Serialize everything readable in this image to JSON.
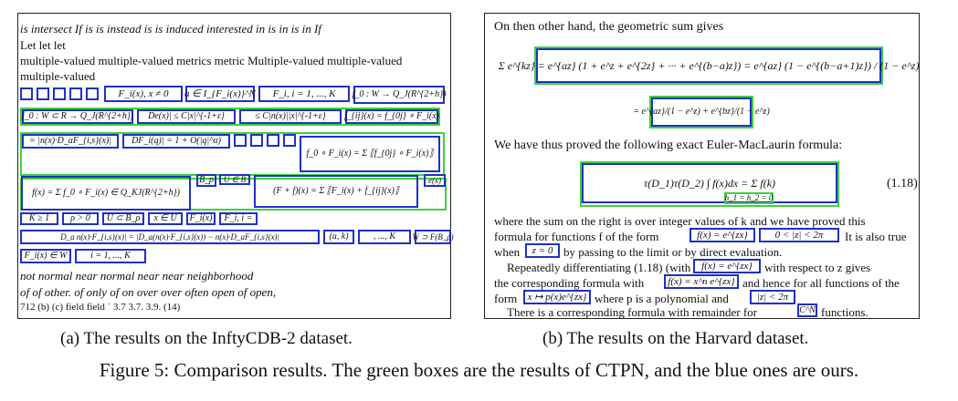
{
  "panel_a": {
    "text_lines": [
      "is intersect  If  is  is instead is is induced interested in is in is in If",
      "Let let let",
      "multiple-valued multiple-valued metrics metric Multiple-valued multiple-valued",
      "multiple-valued"
    ],
    "bottom_lines": [
      "not  normal  near  normal  near  near  neighborhood",
      "of  of other.  of only of  on  over over  often  open  of  open,",
      "712  (b)  (c)  field  field  ˙  3.7  3.7.  3.9.  (14)"
    ],
    "boxes": [
      "F_i(x), x ≠ 0",
      "a ∈ I_{F_i(x)}^N",
      "F_i, i = 1, ..., K",
      "f_0 : W → Q_J(R^{2+h})",
      "f_0 : W ⊂ R → Q_J(R^{2+h})",
      "De(x)| ≤ C|x|^{-1+ε}",
      "≤ C|n(x)||x|^{-1+ε}",
      "f_{ij}(x) = f_{0j} ∘ F_i(x)",
      "= |n(x)·D_aF_{i,s}(x)|",
      "DF_i(q)| = 1 + O(|q|^α)",
      "f_0 ∘ F_i(x) = Σ ⟦f_{0j} ∘ F_i(x)⟧",
      "f(x) = Σ f_0 ∘ F_i(x) ∈ Q_KJ(R^{2+h})",
      "B_ρ",
      "U ∈ B",
      "(F + f)(x) = Σ ⟦F_i(x) + f_{ij}(x)⟧",
      "e(x)",
      "K ≥ 1",
      "ρ > 0",
      "U ⊂ B_ρ",
      "x ∈ U",
      "F_i(x)",
      "F_i, i =",
      "D_a n(x)·F_{i,s}(x)| = |D_a(n(x)·F_{i,s}(x)) − n(x)·D_aF_{i,s}(x)|",
      "(u, k)",
      ", ..., K",
      "W ⊃ F(B_ρ)",
      "F_i(x) ∈ W",
      "i = 1, ..., K"
    ]
  },
  "panel_b": {
    "line1": "On then other hand, the geometric sum gives",
    "eq1": "Σ e^{kz} = e^{az} (1 + e^z + e^{2z} + ··· + e^{(b−a)z}) = e^{az} (1 − e^{(b−a+1)z}) / (1 − e^z)",
    "eq2": "= e^{az}/(1 − e^z) + e^{bz}/(1 − e^z)",
    "line2": "We have thus proved the following exact Euler-MacLaurin formula:",
    "eq3": "τ(D_1)τ(D_2) ∫ f(x)dx  = Σ f(k)",
    "eq3_label": "(1.18)",
    "eq3_sub": "h_1 = h_2 = 0",
    "para": [
      "where the sum on the right is over integer values of k and we have proved this",
      "formula for functions f of the form",
      "It is also true",
      "when",
      "by passing to the limit or by direct evaluation.",
      "Repeatedly differentiating (1.18) (with",
      "with respect to z gives",
      "the corresponding formula with",
      "and hence for all functions of the",
      "form",
      "where p is a polynomial and",
      "There is a corresponding formula with remainder for",
      "functions."
    ],
    "inline": [
      "f(x) = e^{zx}",
      "0 < |z| < 2π",
      "z = 0",
      "f(x) = e^{zx}",
      "f(x) = x^n e^{zx}",
      "x ↦ p(x)e^{zx}",
      "|z| < 2π",
      "C^N"
    ]
  },
  "captions": {
    "a": "(a) The results on the InftyCDB-2 dataset.",
    "b": "(b) The results on the Harvard dataset.",
    "figure": "Figure 5: Comparison results. The green boxes are the results of CTPN, and the blue ones are ours."
  },
  "colors": {
    "ours": "#1f30c8",
    "ctpn": "#3cd23c"
  }
}
